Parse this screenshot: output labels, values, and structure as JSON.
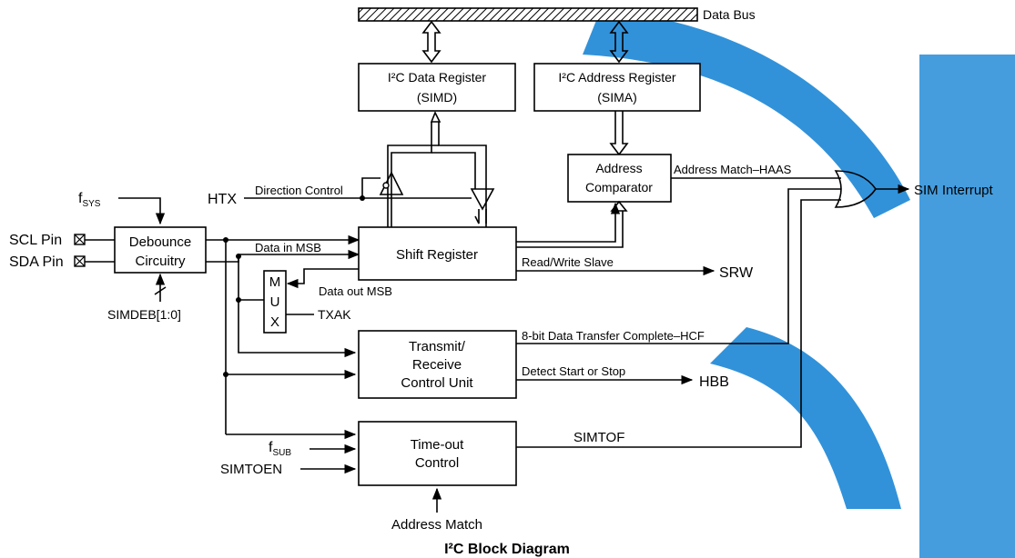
{
  "title": "I²C Block Diagram",
  "bus": {
    "label": "Data Bus"
  },
  "blocks": {
    "simd": {
      "line1": "I²C Data Register",
      "line2": "(SIMD)"
    },
    "sima": {
      "line1": "I²C Address Register",
      "line2": "(SIMA)"
    },
    "comparator": {
      "line1": "Address",
      "line2": "Comparator"
    },
    "debounce": {
      "line1": "Debounce",
      "line2": "Circuitry"
    },
    "shift": {
      "label": "Shift Register"
    },
    "mux": {
      "l1": "M",
      "l2": "U",
      "l3": "X"
    },
    "trx": {
      "line1": "Transmit/",
      "line2": "Receive",
      "line3": "Control Unit"
    },
    "timeout": {
      "line1": "Time-out",
      "line2": "Control"
    }
  },
  "signals": {
    "fsys": "f",
    "fsys_sub": "SYS",
    "scl": "SCL Pin",
    "sda": "SDA Pin",
    "simdeb": "SIMDEB[1:0]",
    "htx": "HTX",
    "direction_control": "Direction Control",
    "data_in_msb": "Data in MSB",
    "data_out_msb": "Data out MSB",
    "txak": "TXAK",
    "address_match_haas": "Address Match–HAAS",
    "sim_interrupt": "SIM Interrupt",
    "rw_slave": "Read/Write Slave",
    "srw": "SRW",
    "hcf_label": "8-bit Data Transfer Complete–HCF",
    "detect": "Detect Start or Stop",
    "hbb": "HBB",
    "simtof": "SIMTOF",
    "fsub": "f",
    "fsub_sub": "SUB",
    "simtoen": "SIMTOEN",
    "address_match": "Address Match"
  },
  "colors": {
    "line": "#000000",
    "watermark": "#1a86d6"
  }
}
